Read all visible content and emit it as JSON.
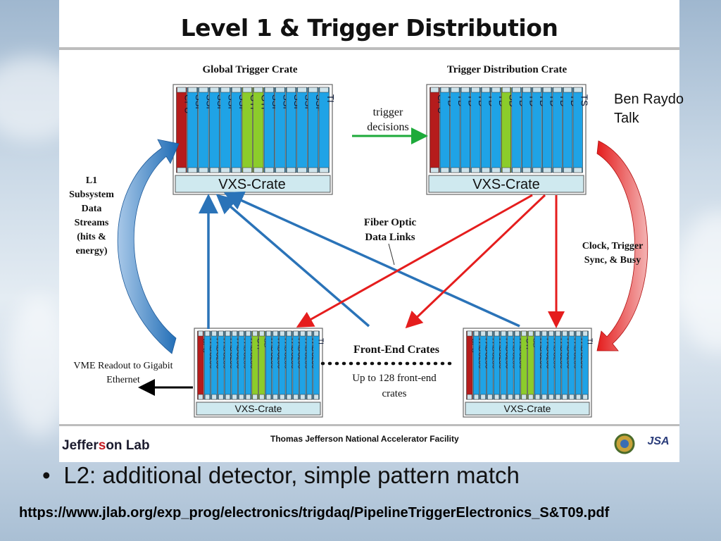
{
  "slide": {
    "title": "Level 1 & Trigger Distribution",
    "side_note": [
      "Ben Raydo",
      "Talk"
    ],
    "bullet": "L2: additional detector, simple pattern match",
    "url": "https://www.jlab.org/exp_prog/electronics/trigdaq/PipelineTriggerElectronics_S&T09.pdf"
  },
  "diagram": {
    "global_crate": {
      "title": "Global Trigger Crate",
      "base": "VXS-Crate",
      "cards": [
        "CPU",
        "SSP",
        "SSP",
        "SSP",
        "SSP",
        "SSP",
        "GTP",
        "GTP",
        "SSP",
        "SSP",
        "SSP",
        "SSP",
        "SSP",
        "TI"
      ]
    },
    "dist_crate": {
      "title": "Trigger Distribution Crate",
      "base": "VXS-Crate",
      "cards": [
        "CPU",
        "TD",
        "TD",
        "TD",
        "TD",
        "TD",
        "TD",
        "SD",
        "TD",
        "TD",
        "TD",
        "TD",
        "TD",
        "TD",
        "TS"
      ]
    },
    "fe_left": {
      "base": "VXS-Crate",
      "cards": [
        "CPU",
        "FADC250",
        "FADC250",
        "FADC250",
        "FADC250",
        "FADC250",
        "FADC250",
        "FADC250",
        "CTP",
        "SD",
        "FADC250",
        "FADC250",
        "FADC250",
        "FADC250",
        "FADC250",
        "FADC250",
        "FADC250",
        "TI"
      ]
    },
    "fe_right": {
      "base": "VXS-Crate",
      "cards": [
        "CPU",
        "FADC250",
        "FADC250",
        "FADC250",
        "FADC250",
        "FADC250",
        "FADC250",
        "FADC250",
        "CTP",
        "SD",
        "FADC250",
        "FADC250",
        "FADC250",
        "FADC250",
        "FADC250",
        "FADC250",
        "FADC250",
        "TI"
      ]
    },
    "labels": {
      "trigger_decisions": [
        "trigger",
        "decisions"
      ],
      "l1_streams": [
        "L1",
        "Subsystem",
        "Data",
        "Streams",
        "(hits &",
        "energy)"
      ],
      "fiber": [
        "Fiber Optic",
        "Data Links"
      ],
      "clock": [
        "Clock, Trigger",
        "Sync, & Busy"
      ],
      "vme": [
        "VME Readout to Gigabit",
        "Ethernet"
      ],
      "fe_title": "Front-End Crates",
      "fe_sub": [
        "Up to 128 front-end",
        "crates"
      ]
    },
    "footer": {
      "org": "Thomas Jefferson National Accelerator Facility",
      "logo_a": "Jeffer",
      "logo_b": "s",
      "logo_c": "on Lab",
      "jsa": "JSA"
    },
    "colors": {
      "card": "#1fa3e6",
      "cpu": "#b51c1c",
      "green": "#8ccc2b",
      "blue_arrow": "#2a73b8",
      "red_arrow": "#e51d1d"
    }
  }
}
